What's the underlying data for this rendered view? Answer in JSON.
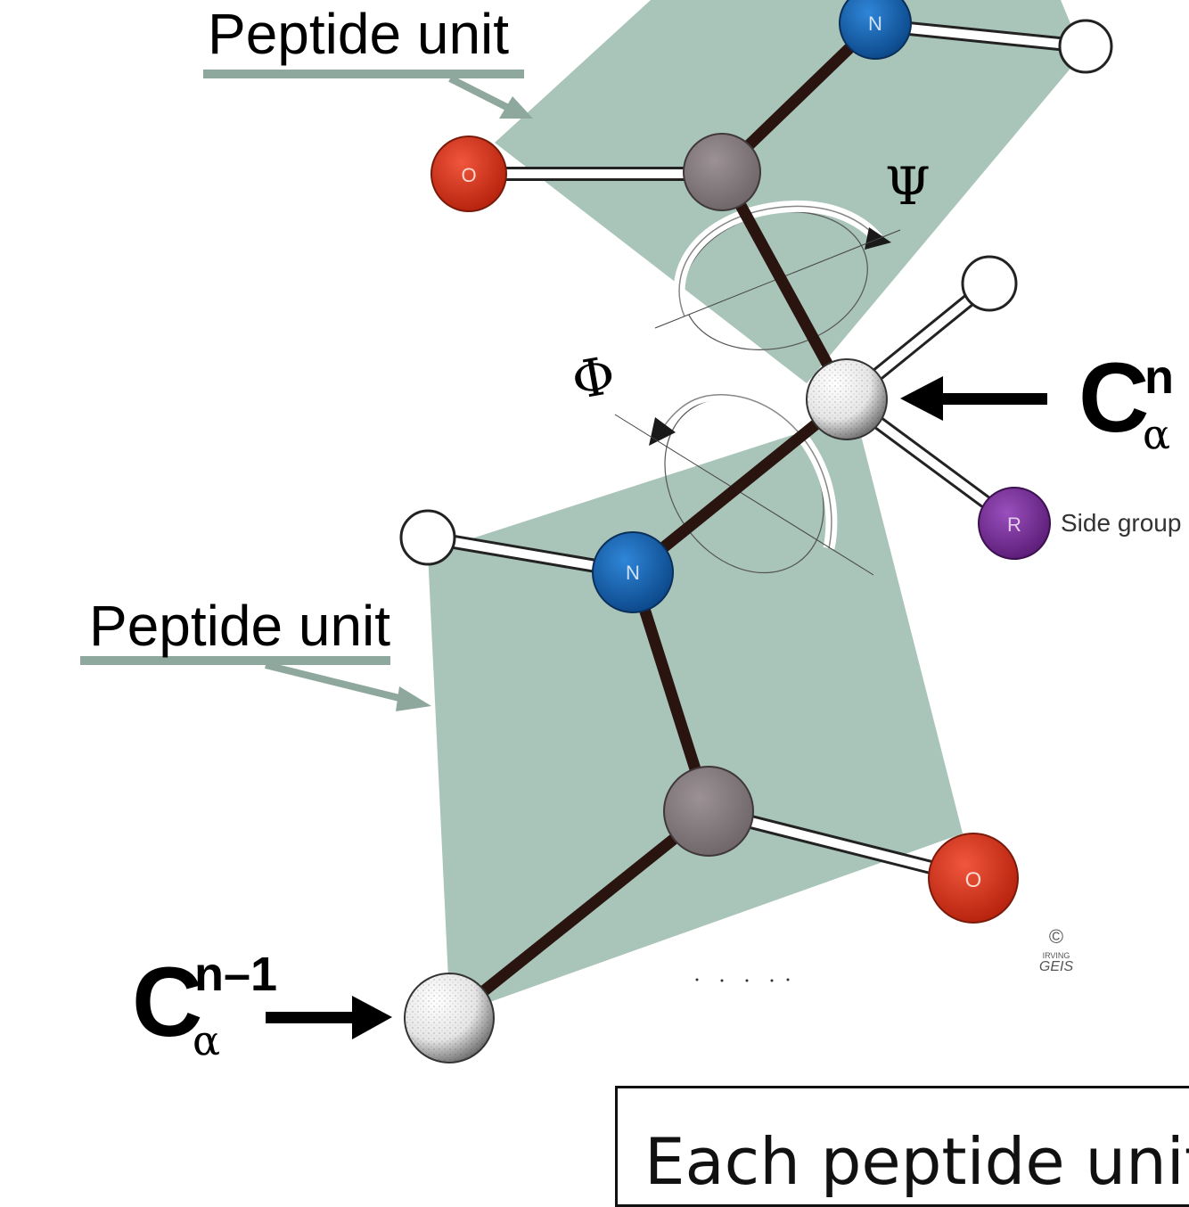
{
  "labels": {
    "peptide_unit_top": "Peptide unit",
    "peptide_unit_bottom": "Peptide unit",
    "psi": "Ψ",
    "phi": "Φ",
    "ca_n": {
      "base": "C",
      "sup": "n",
      "sub": "α"
    },
    "ca_n_minus_1": {
      "base": "C",
      "sup": "n–1",
      "sub": "α"
    },
    "side_group": "Side group",
    "caption": "Each peptide unit"
  },
  "atoms": {
    "nitrogen_letter": "N",
    "oxygen_letter": "O",
    "r_group_letter": "R"
  },
  "credit": {
    "symbol": "©",
    "line1": "IRVING",
    "line2": "GEIS"
  },
  "colors": {
    "plane": "#a9c4b8",
    "nitrogen": "#1565b8",
    "oxygen": "#e0351f",
    "carbon": "#8a7f82",
    "r_group": "#7a2f9a",
    "bond": "#2a1410",
    "label_bar": "#8fa89e"
  }
}
